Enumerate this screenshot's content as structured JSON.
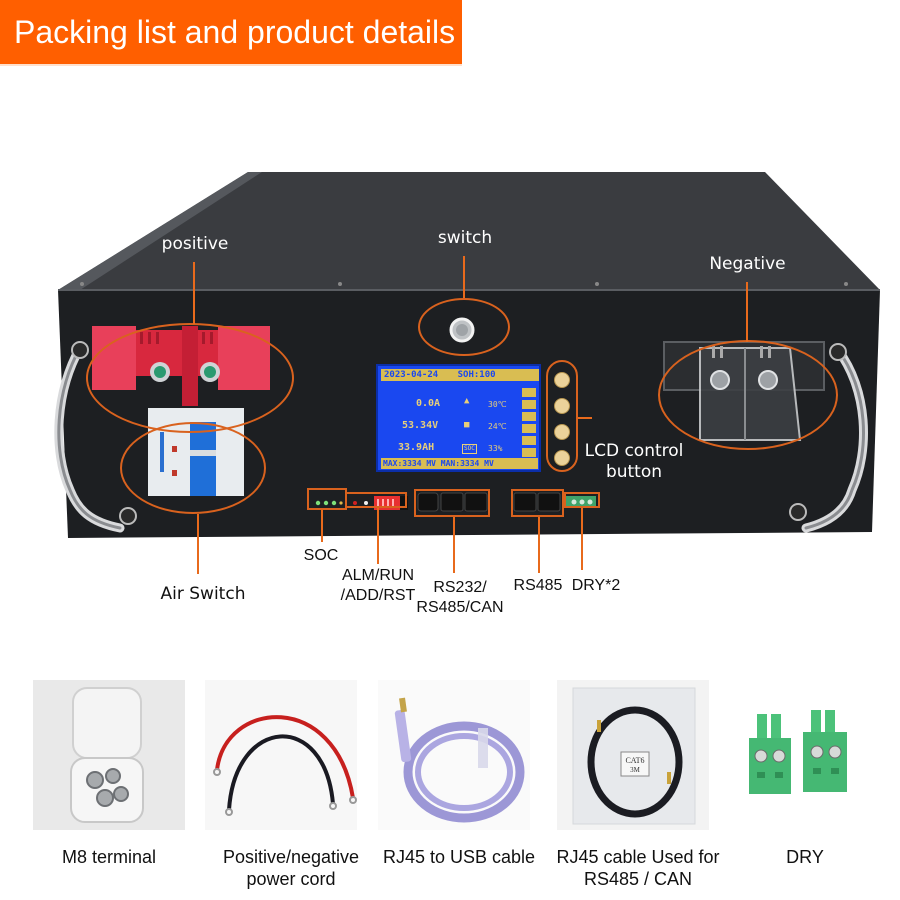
{
  "banner": {
    "title": "Packing list and product details",
    "color": "#ff5f00"
  },
  "battery": {
    "callouts": {
      "positive": "positive",
      "switch": "switch",
      "negative": "Negative",
      "lcd_control_line1": "LCD control",
      "lcd_control_line2": "button",
      "air_switch": "Air Switch",
      "soc": "SOC",
      "alm_line1": "ALM/RUN",
      "alm_line2": "/ADD/RST",
      "rs232_line1": "RS232/",
      "rs232_line2": "RS485/CAN",
      "rs485": "RS485",
      "dry": "DRY*2"
    },
    "lcd": {
      "date": "2023-04-24",
      "soh_label": "SOH",
      "soh_value": "100",
      "current": "0.0A",
      "temp1": "30℃",
      "voltage": "53.34V",
      "temp2": "24℃",
      "capacity": "33.9AH",
      "soc_badge": "SOC",
      "soc_percent": "33%",
      "footer": "MAX:3334 MV MAN:3334 MV"
    },
    "colors": {
      "callout": "#e86a1c",
      "lcd_bg": "#1a48f0",
      "lcd_text": "#e8cf7a",
      "positive_terminal": "#e0304a",
      "air_switch_toggle": "#1f6fd8"
    }
  },
  "packing_list": [
    {
      "id": "m8",
      "line1": "M8 terminal",
      "line2": ""
    },
    {
      "id": "power-cord",
      "line1": "Positive/negative",
      "line2": "power cord"
    },
    {
      "id": "usb-cable",
      "line1": "RJ45 to USB cable",
      "line2": ""
    },
    {
      "id": "rj45-cable",
      "line1": "RJ45 cable Used for",
      "line2": "RS485 / CAN",
      "bag_label_line1": "CAT6",
      "bag_label_line2": "3M"
    },
    {
      "id": "dry",
      "line1": "DRY",
      "line2": ""
    }
  ]
}
